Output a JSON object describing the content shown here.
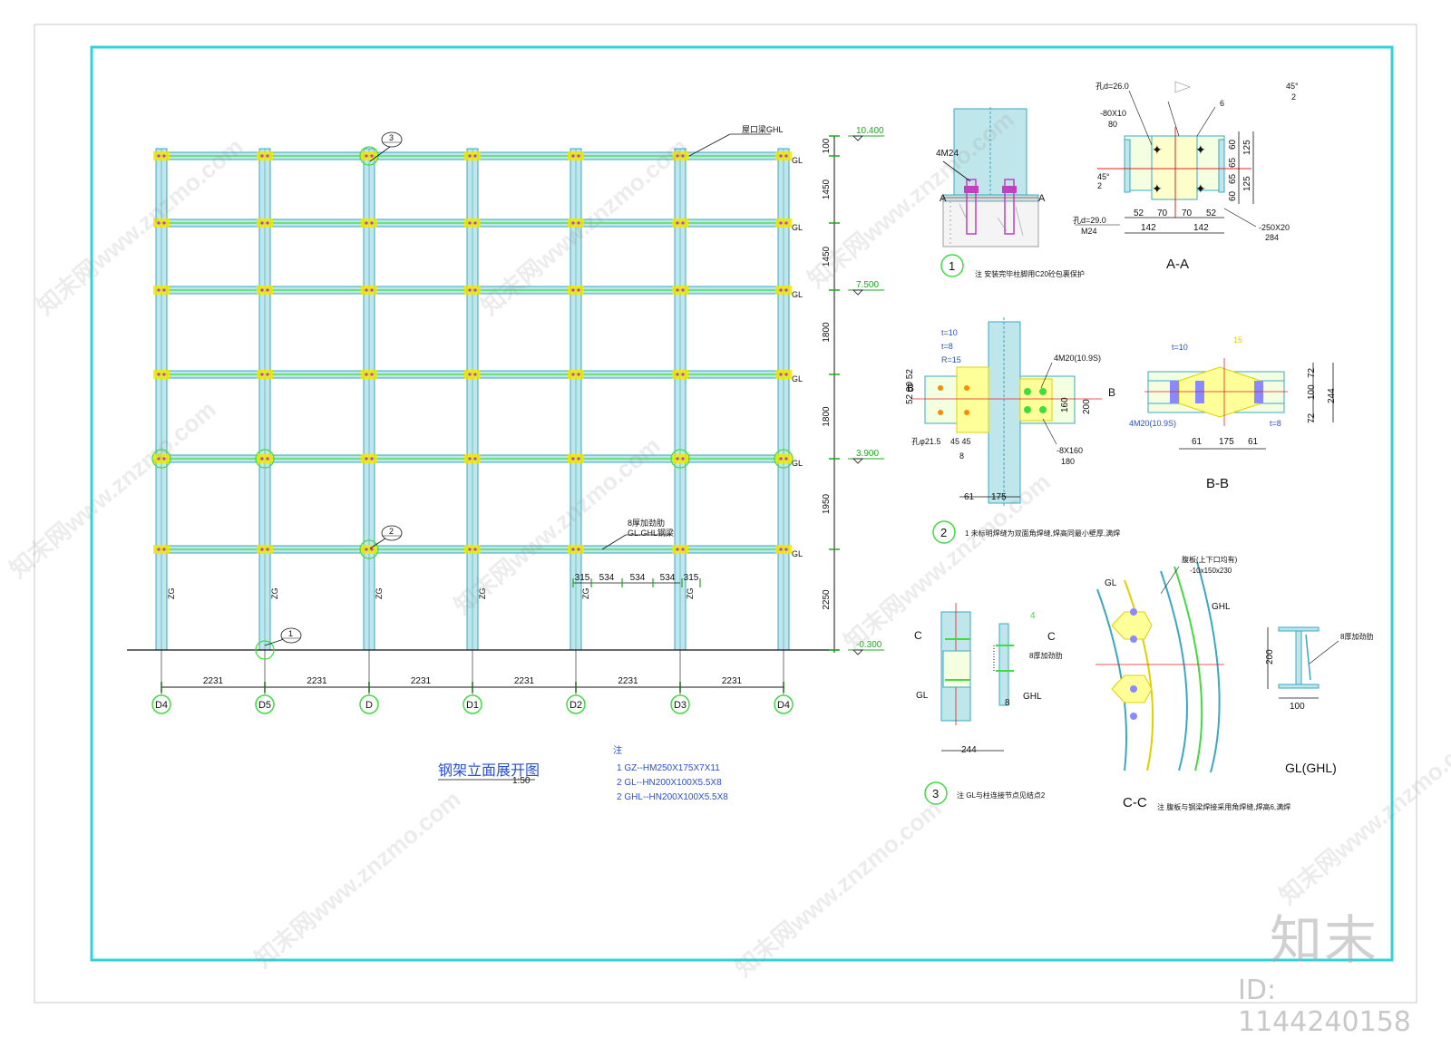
{
  "elevation": {
    "title": "钢架立面展开图",
    "scale": "1:50",
    "axes": [
      "D4",
      "D5",
      "D",
      "D1",
      "D2",
      "D3",
      "D4"
    ],
    "bay_dims": [
      "2231",
      "2231",
      "2231",
      "2231",
      "2231",
      "2231"
    ],
    "level_dims": [
      "100",
      "1450",
      "1450",
      "1800",
      "1800",
      "1950",
      "2250"
    ],
    "elevations": [
      "10.400",
      "7.500",
      "3.900",
      "-0.300"
    ],
    "beam_label": "GL",
    "top_beam_label": "屋口梁GHL",
    "column_label": "ZG",
    "stiffener_note_1": "8厚加劲肋",
    "stiffener_note_2": "GL.GHL钢梁",
    "stiffener_dims": [
      "315",
      "534",
      "534",
      "534",
      "315"
    ],
    "callouts": [
      "3",
      "2",
      "1"
    ]
  },
  "notes": {
    "heading": "注",
    "items": [
      "1 GZ--HM250X175X7X11",
      "2 GL--HN200X100X5.5X8",
      "2 GHL--HN200X100X5.5X8"
    ]
  },
  "detail1": {
    "num": "1",
    "bolt": "4M24",
    "section": "A",
    "note": "注 安装完毕柱脚用C20砼包裹保护"
  },
  "sectionAA": {
    "title": "A-A",
    "hole_top": "孔d=26.0",
    "plate_top": "-80X10",
    "plate_top_w": "80",
    "hole_bottom": "孔d=29.0",
    "bolt_bottom": "M24",
    "weld": "6",
    "angle": "45°",
    "angle_sym": "2",
    "dims_bottom": [
      "52",
      "70",
      "70",
      "52"
    ],
    "dims_bottom2": [
      "142",
      "142"
    ],
    "dims_right": [
      "60",
      "65",
      "65",
      "60"
    ],
    "dims_right2": [
      "125",
      "125"
    ],
    "base_plate": "-250X20",
    "base_plate_w": "284"
  },
  "detail2": {
    "num": "2",
    "t10": "t=10",
    "t8": "t=8",
    "r15": "R=15",
    "dims_left": "52 80 52",
    "hole": "孔φ21.5",
    "dims_45": "45 45",
    "eight": "8",
    "bolts": "4M20(10.9S)",
    "plate": "-8X160",
    "plate_w": "180",
    "dim160": "160",
    "dim200": "200",
    "dims_bottom": [
      "61",
      "175"
    ],
    "section": "B",
    "note": "1 未标明焊缝为双面角焊缝,焊高同最小壁厚,满焊"
  },
  "sectionBB": {
    "title": "B-B",
    "t10": "t=10",
    "t8": "t=8",
    "w15": "15",
    "bolts": "4M20(10.9S)",
    "dims_bottom": [
      "61",
      "175",
      "61"
    ],
    "dims_right": [
      "72",
      "100",
      "72"
    ],
    "dim_total": "244"
  },
  "detail3": {
    "num": "3",
    "gl": "GL",
    "ghl": "GHL",
    "stiff": "8厚加劲肋",
    "eight": "8",
    "four": "4",
    "width": "244",
    "section": "C",
    "note": "注 GL与柱连接节点见结点2"
  },
  "sectionCC": {
    "title": "C-C",
    "gl": "GL",
    "ghl": "GHL",
    "plate": "腹板(上下口均有)",
    "plate_size": "-10x150x230",
    "note": "注 腹板与钢梁焊接采用角焊缝,焊高6,满焊"
  },
  "glSection": {
    "title": "GL(GHL)",
    "h": "200",
    "w": "100",
    "stiff": "8厚加劲肋"
  },
  "brand": {
    "logo": "知末",
    "id": "ID: 1144240158",
    "watermark": "知末网www.znzmo.com"
  },
  "colors": {
    "frame": "#2fd3d9",
    "steel_fill": "#bfe6ea",
    "steel_edge": "#3aa8c4",
    "dim": "#1fa81f",
    "marker": "#3fdc3f",
    "text": "#111111",
    "blue_text": "#2a4fd0",
    "connection": "#f0e800",
    "bolt": "#c040c0",
    "red": "#e02020"
  }
}
